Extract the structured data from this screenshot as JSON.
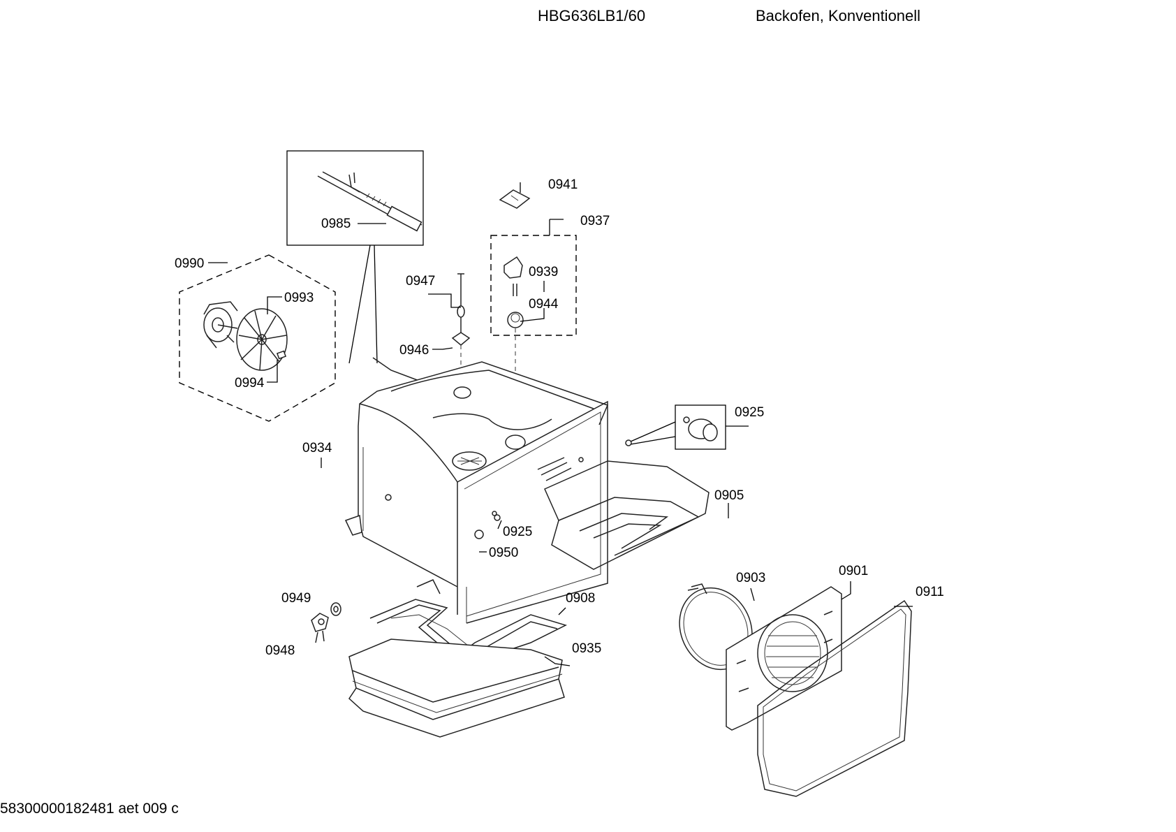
{
  "header": {
    "model": "HBG636LB1/60",
    "description": "Backofen, Konventionell"
  },
  "footer": {
    "code": "58300000182481 aet 009 c"
  },
  "parts": {
    "p0985": "0985",
    "p0941": "0941",
    "p0937": "0937",
    "p0990": "0990",
    "p0993": "0993",
    "p0994": "0994",
    "p0947": "0947",
    "p0939": "0939",
    "p0944": "0944",
    "p0946": "0946",
    "p0925a": "0925",
    "p0934": "0934",
    "p0905": "0905",
    "p0925b": "0925",
    "p0950": "0950",
    "p0949": "0949",
    "p0908": "0908",
    "p0948": "0948",
    "p0935": "0935",
    "p0903": "0903",
    "p0901": "0901",
    "p0911": "0911"
  }
}
